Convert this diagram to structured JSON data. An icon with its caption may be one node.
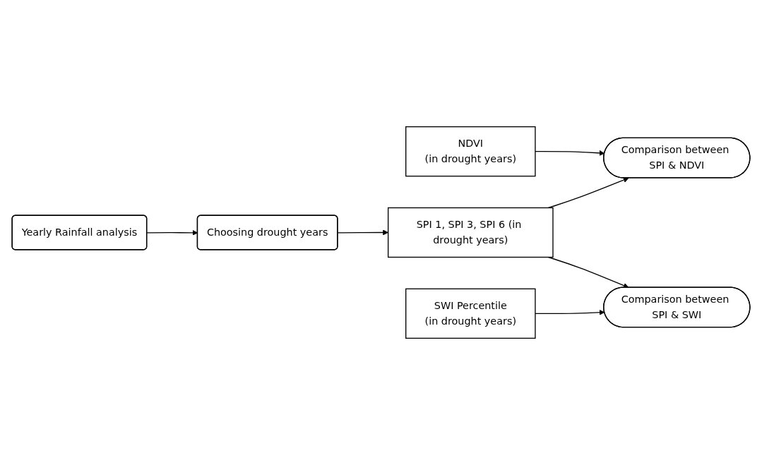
{
  "diagram": {
    "nodes": [
      {
        "text": [
          "Yearly Rainfall analysis"
        ]
      },
      {
        "text": [
          "Choosing drought years"
        ]
      },
      {
        "text": [
          "SPI 1, SPI 3, SPI 6 (in drought years)"
        ]
      },
      {
        "text": [
          "Comparison between SPI & NDVI"
        ]
      },
      {
        "text": [
          "NDVI",
          "(in drought years)"
        ]
      },
      {
        "text": [
          "Comparison between SPI & SWI"
        ]
      },
      {
        "text": [
          "SWI Percentile",
          "(in drought years)"
        ]
      }
    ],
    "edges": [
      {
        "from": 0,
        "to": 1,
        "arrow": "to"
      },
      {
        "from": 1,
        "to": 2,
        "arrow": "to"
      },
      {
        "from": 2,
        "to": 3,
        "arrow": "to"
      },
      {
        "from": 4,
        "to": 3,
        "arrow": "to"
      },
      {
        "from": 2,
        "to": 5,
        "arrow": "to"
      },
      {
        "from": 6,
        "to": 5,
        "arrow": "to"
      }
    ]
  }
}
